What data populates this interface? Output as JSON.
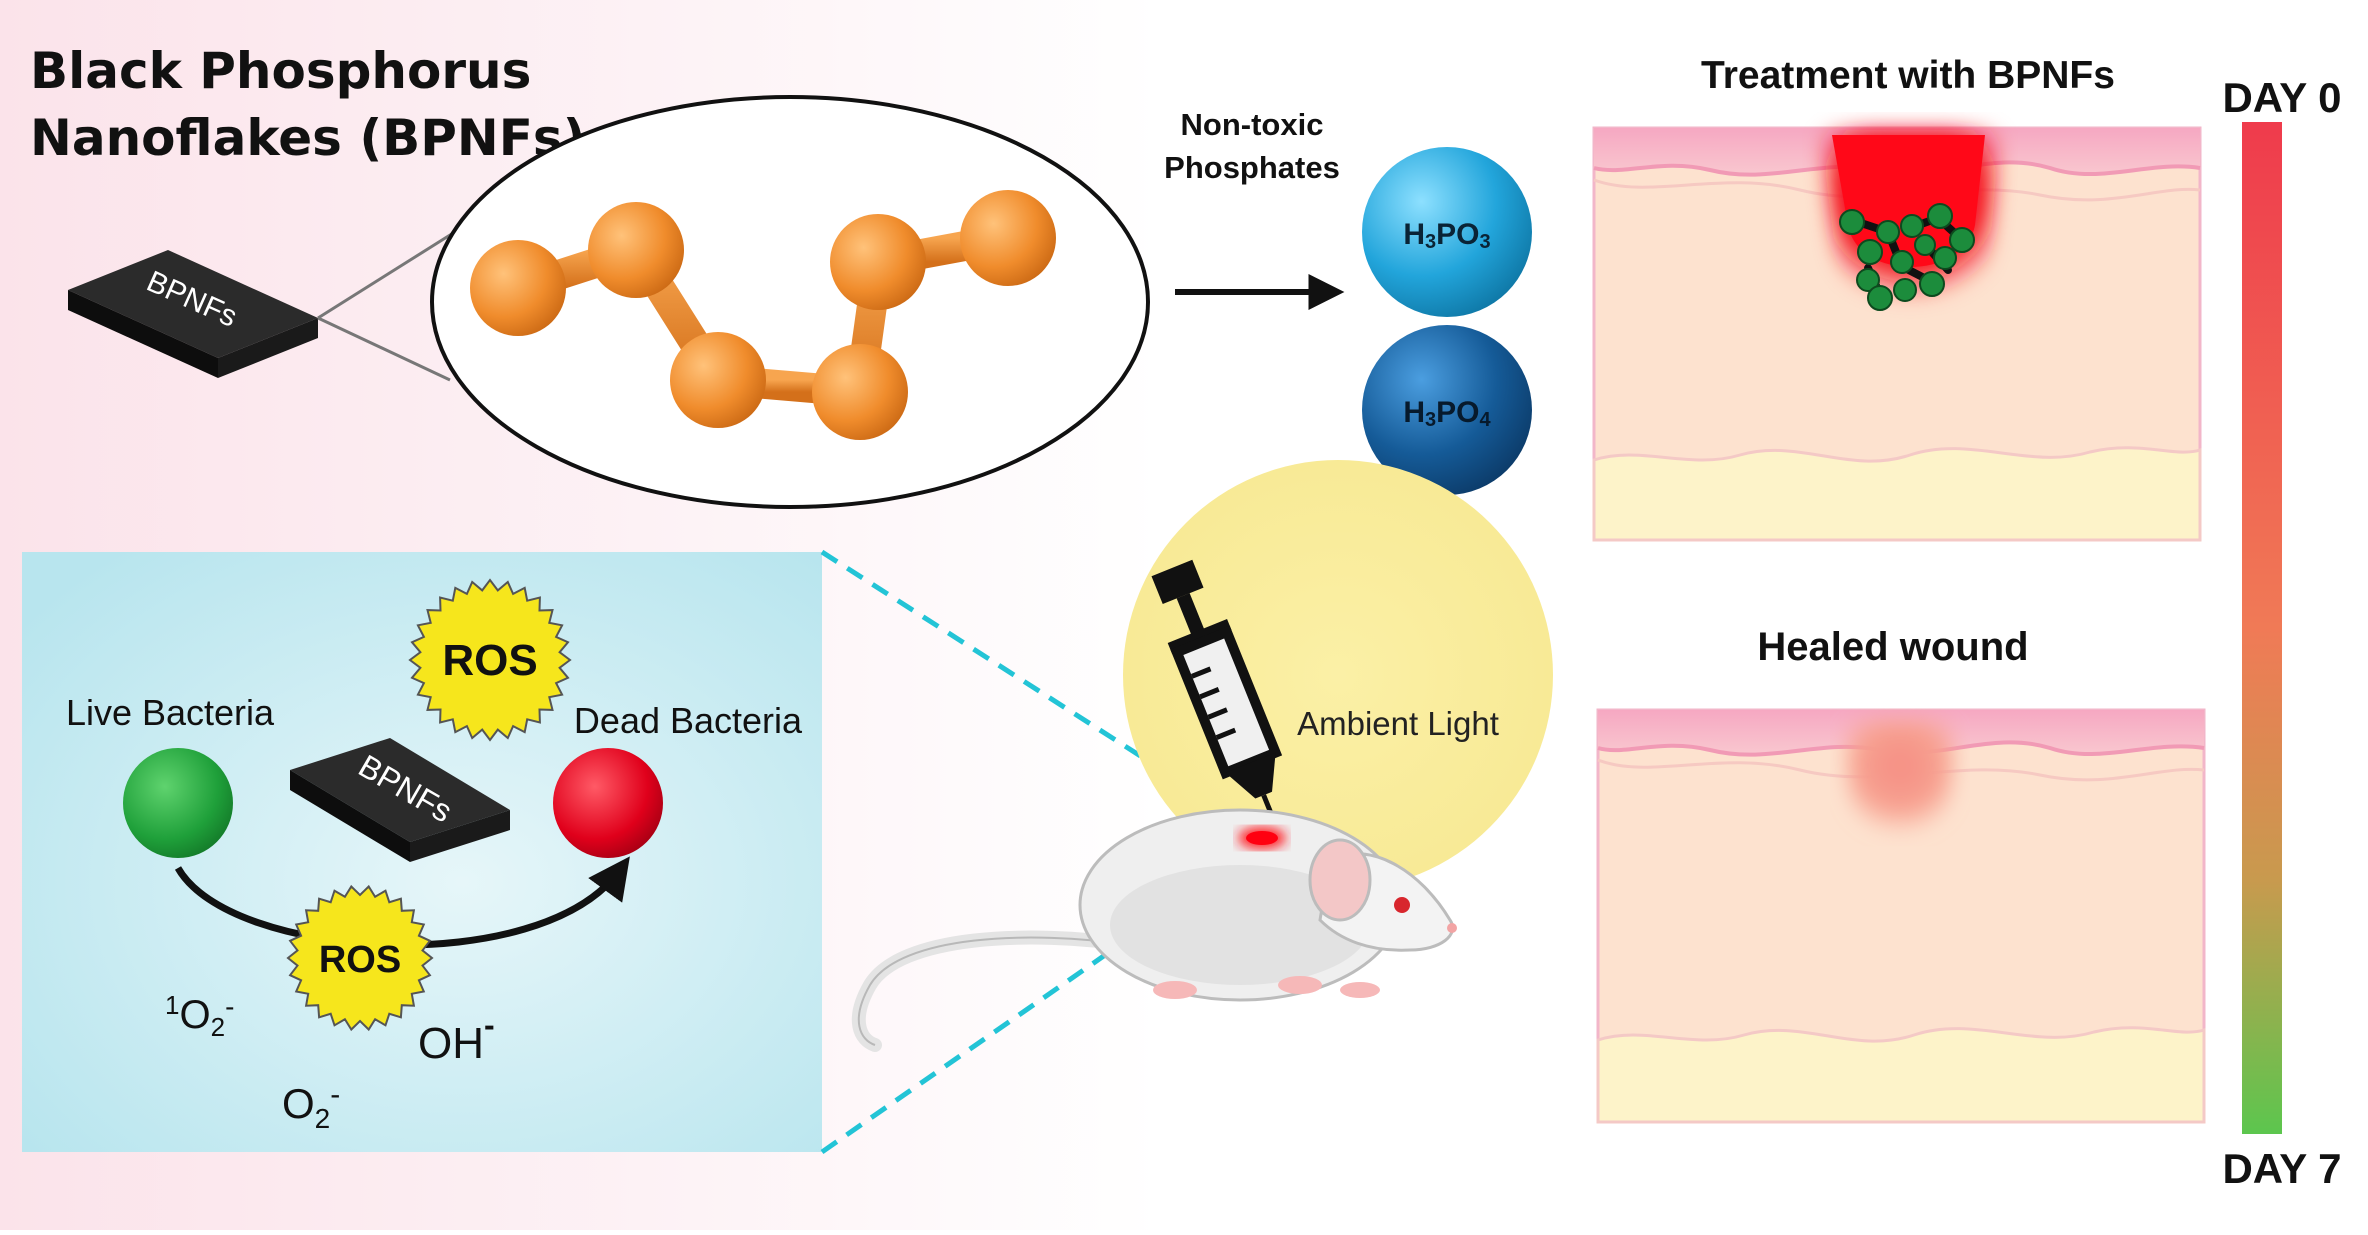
{
  "title": {
    "line1": "Black Phosphorus",
    "line2": "Nanoflakes (BPNFs)"
  },
  "chip_label": "BPNFs",
  "phosphates": {
    "label_line1": "Non-toxic",
    "label_line2": "Phosphates",
    "acid1": {
      "base": "H",
      "sub1": "3",
      "mid": "PO",
      "sub2": "3"
    },
    "acid2": {
      "base": "H",
      "sub1": "3",
      "mid": "PO",
      "sub2": "4"
    }
  },
  "bacteria_panel": {
    "live_label": "Live Bacteria",
    "dead_label": "Dead Bacteria",
    "ros_label": "ROS",
    "chip_label": "BPNFs",
    "species": {
      "singlet": {
        "sup": "1",
        "base": "O",
        "sub": "2",
        "charge": "-"
      },
      "hydroxyl": {
        "base": "OH",
        "charge": "-"
      },
      "superoxide": {
        "base": "O",
        "sub": "2",
        "charge": "-"
      }
    },
    "colors": {
      "live": "#1fa03a",
      "dead": "#e0001b",
      "ros": "#f6e61c",
      "panel": "#bfe8f0"
    }
  },
  "mouse_scene": {
    "light_label": "Ambient Light"
  },
  "wounds": {
    "treatment_title": "Treatment with BPNFs",
    "healed_title": "Healed wound"
  },
  "timeline": {
    "start_label": "DAY 0",
    "end_label": "DAY 7",
    "colors": {
      "start": "#ef3b4c",
      "end": "#5cc64e"
    }
  }
}
